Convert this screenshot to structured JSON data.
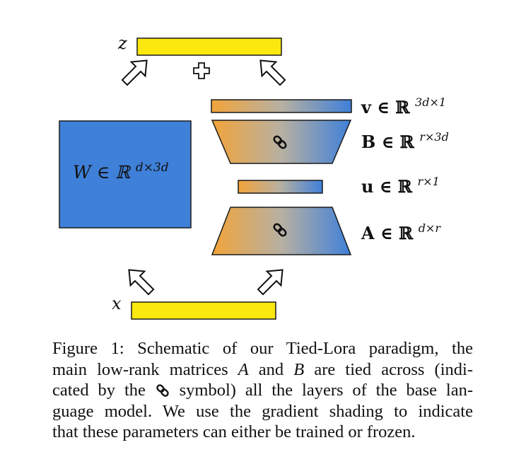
{
  "colors": {
    "yellow": "#FBE80F",
    "blue": "#3F80D9",
    "orange": "#F2A43A",
    "stroke": "#1a1a1a"
  },
  "icons": {
    "plus": "plus-outline-icon",
    "arrow": "hollow-arrow-icon",
    "tie": "chain-link-icon"
  },
  "diagram": {
    "z_label": "z",
    "x_label": "x",
    "w_label": "W ∈ ℝ",
    "w_sup": "d×3d",
    "v_label": "v ∈ ℝ",
    "v_sup": "3d×1",
    "B_label": "B ∈ ℝ",
    "B_sup": "r×3d",
    "u_label": "u ∈ ℝ",
    "u_sup": "r×1",
    "A_label": "A ∈ ℝ",
    "A_sup": "d×r"
  },
  "caption": {
    "l1": "Figure 1:  Schematic of our Tied-Lora paradigm, the",
    "l2a": "main low-rank matrices ",
    "l2b": "A",
    "l2c": " and ",
    "l2d": "B",
    "l2e": " are tied across (indi-",
    "l3a": "cated by the ",
    "l3b": " symbol) all the layers of the base lan-",
    "l4": "guage model. We use the gradient shading to indicate",
    "l5": "that these parameters can either be trained or frozen."
  }
}
